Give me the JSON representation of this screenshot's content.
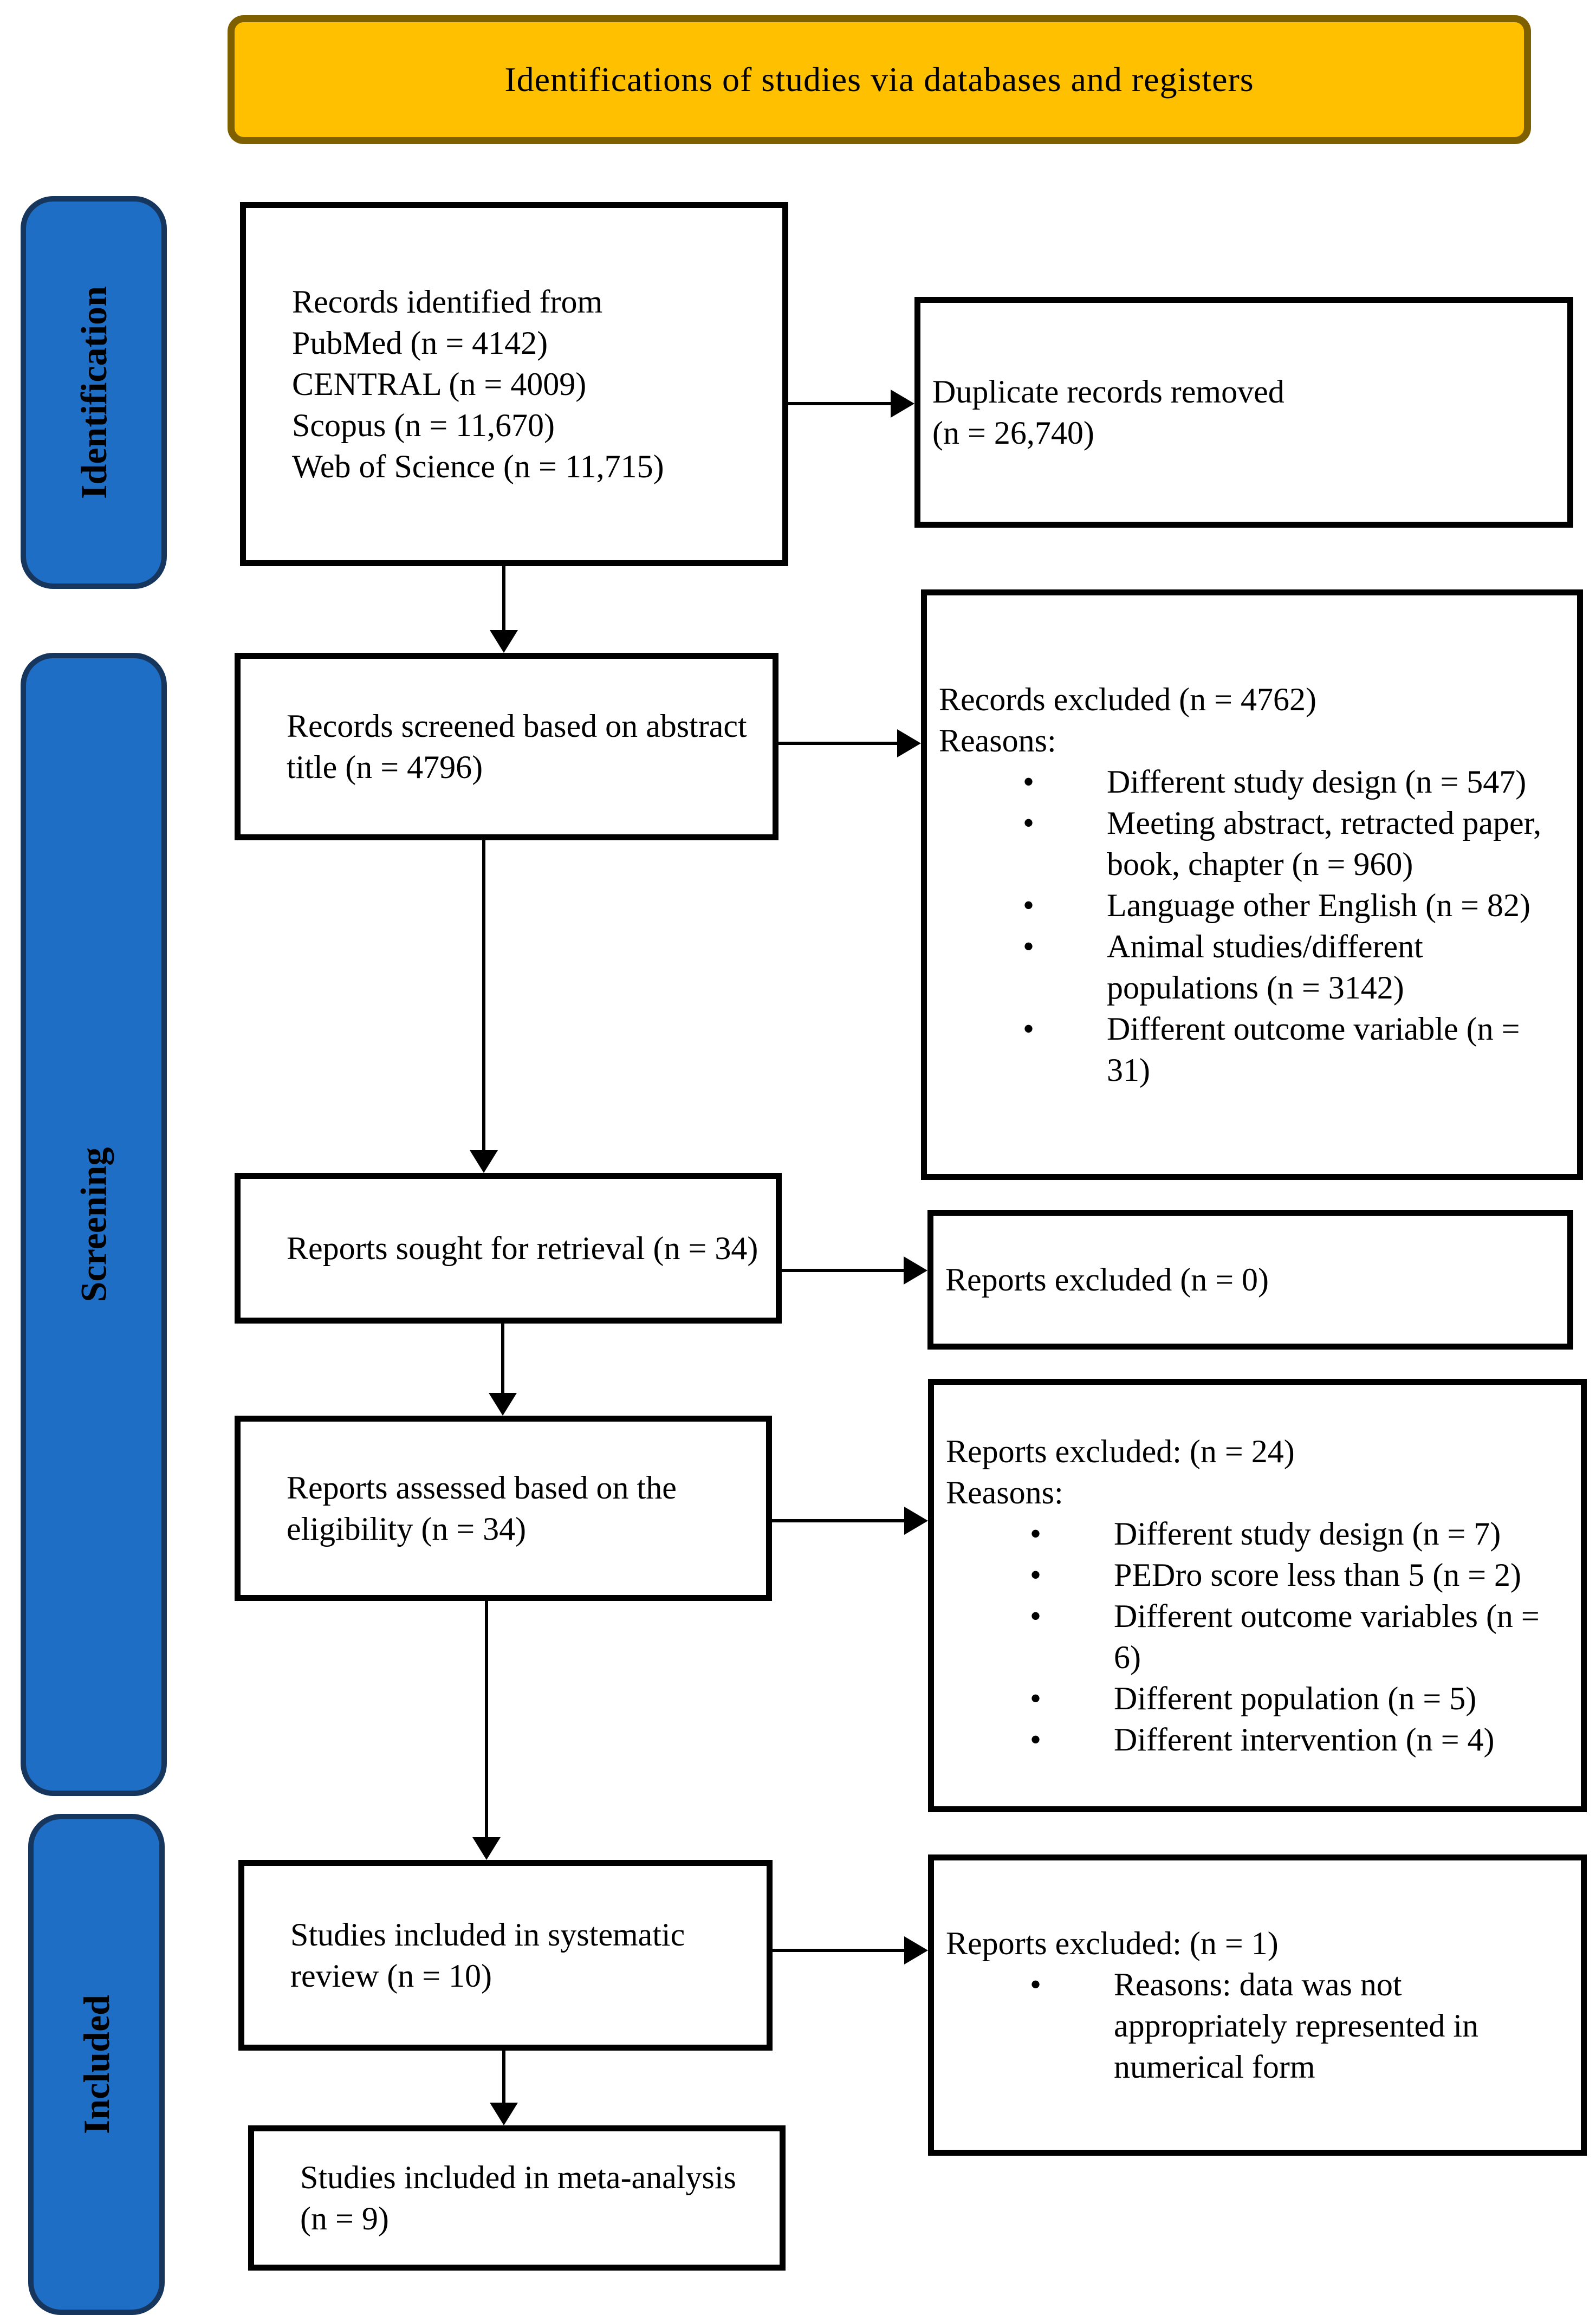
{
  "banner": {
    "title": "Identifications of studies via databases and registers"
  },
  "sidebar": [
    {
      "label": "Identification"
    },
    {
      "label": "Screening"
    },
    {
      "label": "Included"
    }
  ],
  "flow": {
    "records_identified": {
      "lines": [
        "Records identified from",
        "PubMed (n = 4142)",
        "CENTRAL (n = 4009)",
        "Scopus (n = 11,670)",
        "Web of Science (n = 11,715)"
      ]
    },
    "duplicates_removed": {
      "lines": [
        "Duplicate records removed",
        "(n = 26,740)"
      ]
    },
    "records_screened": {
      "text": "Records screened based on abstract title (n = 4796)"
    },
    "records_excluded": {
      "title": "Records excluded (n = 4762)",
      "reasons_label": "Reasons:",
      "bullets": [
        "Different study design (n = 547)",
        "Meeting abstract, retracted paper, book, chapter (n = 960)",
        "Language other English (n = 82)",
        "Animal studies/different populations (n = 3142)",
        "Different outcome variable (n = 31)"
      ]
    },
    "reports_sought": {
      "text": "Reports sought for retrieval (n = 34)"
    },
    "reports_excluded_screening": {
      "text": "Reports excluded (n = 0)"
    },
    "reports_assessed": {
      "text": "Reports assessed based on the eligibility (n = 34)"
    },
    "reports_excluded_eligibility": {
      "title": "Reports excluded: (n = 24)",
      "reasons_label": "Reasons:",
      "bullets": [
        "Different study design (n = 7)",
        "PEDro score less than 5 (n = 2)",
        "Different outcome variables (n = 6)",
        "Different population (n = 5)",
        "Different intervention (n = 4)"
      ]
    },
    "included_systematic_review": {
      "text": "Studies included in systematic review (n = 10)"
    },
    "reports_excluded_review": {
      "title": "Reports excluded: (n = 1)",
      "bullets": [
        "Reasons: data was not appropriately represented in numerical form"
      ]
    },
    "included_meta_analysis": {
      "text": "Studies included in meta-analysis (n = 9)"
    }
  },
  "glyphs": {
    "bullet": "•"
  },
  "colors": {
    "banner_fill": "#FFC000",
    "banner_border": "#7F6000",
    "stage_fill": "#1F6EC5",
    "stage_border": "#17365D",
    "box_border": "#000000"
  }
}
